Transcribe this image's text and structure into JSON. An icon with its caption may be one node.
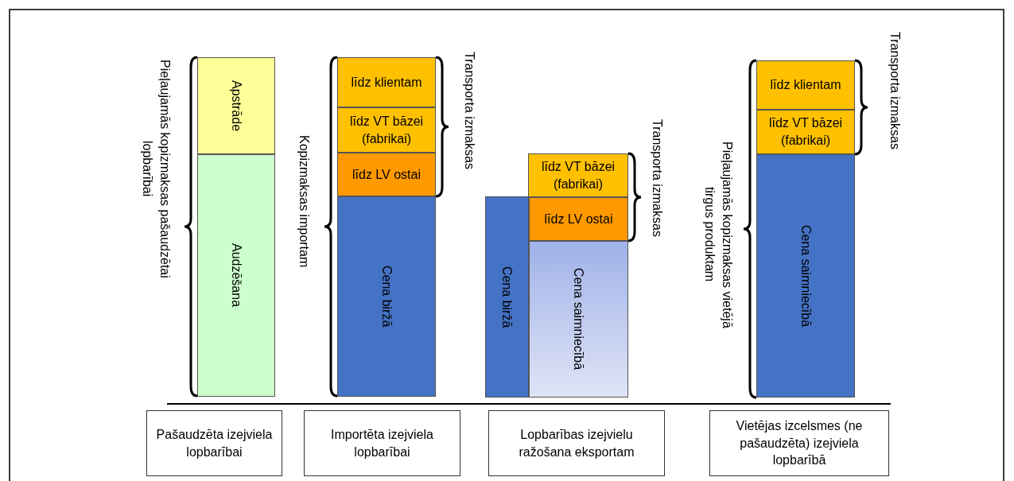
{
  "diagram": {
    "nodes": [
      {
        "text": [
          "Apstrāde"
        ]
      },
      {
        "text": [
          "Audzēšana"
        ]
      },
      {
        "text": [
          "līdz klientam"
        ]
      },
      {
        "text": [
          "līdz VT bāzei (fabrikai)"
        ]
      },
      {
        "text": [
          "līdz LV ostai"
        ]
      },
      {
        "text": [
          "Cena biržā"
        ]
      },
      {
        "text": [
          "līdz VT bāzei (fabrikai)"
        ]
      },
      {
        "text": [
          "līdz LV ostai"
        ]
      },
      {
        "text": [
          "Cena biržā"
        ]
      },
      {
        "text": [
          "Cena saimniecībā"
        ]
      },
      {
        "text": [
          "līdz klientam"
        ]
      },
      {
        "text": [
          "līdz VT bāzei (fabrikai)"
        ]
      },
      {
        "text": [
          "Cena saimniecībā"
        ]
      },
      {
        "text": [
          "Pašaudzēta izejviela lopbarībai"
        ]
      },
      {
        "text": [
          "Importēta izejviela lopbarībai"
        ]
      },
      {
        "text": [
          "Lopbarības izejvielu ražošana eksportam"
        ]
      },
      {
        "text": [
          "Vietējas izcelsmes (ne pašaudzēta) izejviela lopbarībā"
        ]
      }
    ],
    "edges": [],
    "labels": [
      "Pieļaujamās kopizmaksas pašaudzētai lopbarībai",
      "Kopizmaksas importam",
      "Transporta izmaksas",
      "Transporta izmaksas",
      "Pieļaujamās kopizmaksas vietējā tirgus produktam",
      "Transporta izmaksas"
    ]
  }
}
